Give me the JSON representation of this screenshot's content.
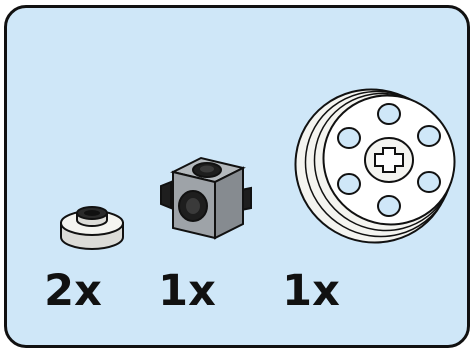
{
  "parts_callout": {
    "background_color": "#cfe7f8",
    "border_color": "#111111",
    "items": [
      {
        "part_icon": "round-plate-1x1-icon",
        "color": "#f4f4f0",
        "quantity": "2x"
      },
      {
        "part_icon": "brick-1x1-with-studs-on-sides-icon",
        "color": "#9ea3a8",
        "quantity": "1x"
      },
      {
        "part_icon": "wheel-pulley-icon",
        "color": "#f4f4f0",
        "quantity": "1x"
      }
    ]
  }
}
